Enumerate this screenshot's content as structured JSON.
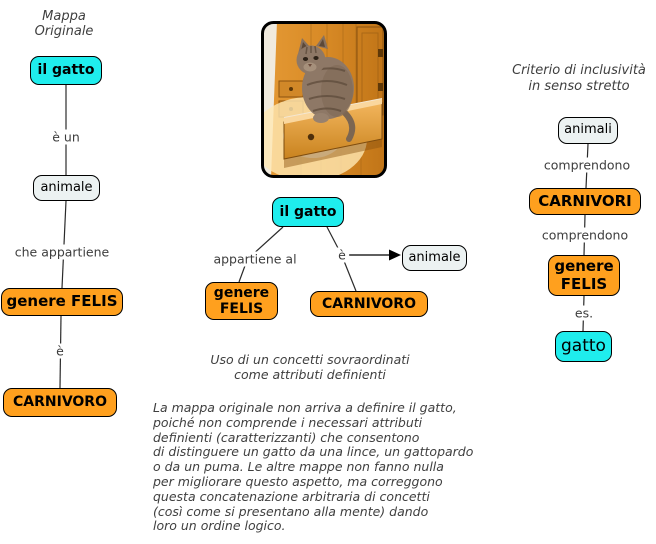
{
  "colors": {
    "node_cyan": "#1FEDED",
    "node_orange": "#FFA01E",
    "node_gray": "#ECF2F2",
    "node_border": "#000000",
    "connector": "#2A2A2A",
    "label_text": "#3D3D3D"
  },
  "left_map": {
    "title_line1": "Mappa",
    "title_line2": "Originale",
    "nodes": {
      "il_gatto": "il gatto",
      "animale": "animale",
      "genere_felis": "genere FELIS",
      "carnivoro": "CARNIVORO"
    },
    "links": {
      "e_un": "è un",
      "che_appartiene": "che appartiene",
      "e": "è"
    }
  },
  "center_map": {
    "nodes": {
      "il_gatto": "il gatto",
      "genere_felis": "genere FELIS",
      "carnivoro": "CARNIVORO",
      "animale": "animale"
    },
    "links": {
      "appartiene_al": "appartiene al",
      "e": "è"
    },
    "caption_line1": "Uso di un concetti sovraordinati",
    "caption_line2": "come attributi definienti",
    "note_lines": [
      "La mappa originale non arriva a definire il gatto,",
      "poiché non comprende i necessari attributi",
      "definienti (caratterizzanti) che consentono",
      "di distinguere un gatto da una lince, un gattopardo",
      "o da un puma. Le altre mappe non fanno nulla",
      "per migliorare questo aspetto, ma correggono",
      "questa concatenazione arbitraria di concetti",
      "(così come si presentano alla mente) dando",
      "loro un ordine logico."
    ]
  },
  "right_map": {
    "title_line1": "Criterio di inclusività",
    "title_line2": "in senso stretto",
    "nodes": {
      "animali": "animali",
      "carnivori": "CARNIVORI",
      "genere_felis": "genere FELIS",
      "gatto": "gatto"
    },
    "links": {
      "comprendono_1": "comprendono",
      "comprendono_2": "comprendono",
      "es": "es."
    }
  }
}
